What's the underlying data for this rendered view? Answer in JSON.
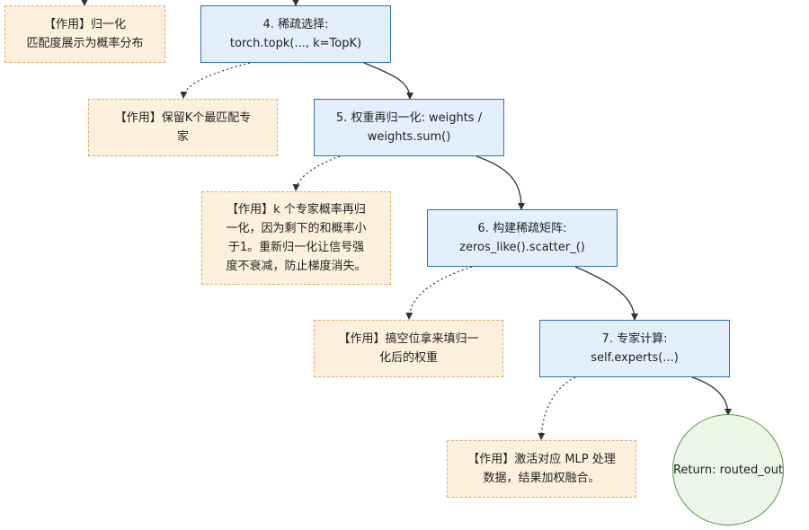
{
  "nodes": {
    "note_normalize": {
      "lines": [
        "【作用】归一化",
        "匹配度展示为概率分布"
      ]
    },
    "step4": {
      "lines": [
        "4. 稀疏选择:",
        "torch.topk(..., k=TopK)"
      ]
    },
    "note_topk": {
      "lines": [
        "【作用】保留K个最匹配专",
        "家"
      ]
    },
    "step5": {
      "lines": [
        "5. 权重再归一化: weights /",
        "weights.sum()"
      ]
    },
    "note_renorm": {
      "lines": [
        "【作用】k 个专家概率再归",
        "一化，因为剩下的和概率小",
        "于1。重新归一化让信号强",
        "度不衰减，防止梯度消失。"
      ]
    },
    "step6": {
      "lines": [
        "6. 构建稀疏矩阵:",
        "zeros_like().scatter_()"
      ]
    },
    "note_scatter": {
      "lines": [
        "【作用】搞空位拿来填归一",
        "化后的权重"
      ]
    },
    "step7": {
      "lines": [
        "7. 专家计算:",
        "self.experts(...)"
      ]
    },
    "note_experts": {
      "lines": [
        "【作用】激活对应 MLP 处理",
        "数据，结果加权融合。"
      ]
    },
    "return": {
      "lines": [
        "Return: routed_out"
      ]
    }
  },
  "colors": {
    "step_fill": "#e3f0fc",
    "step_border": "#2f6fb8",
    "note_fill": "#fdf1de",
    "note_border": "#e3a96a",
    "terminal_fill": "#eaf6e6",
    "terminal_border": "#5a9a4d",
    "edge": "#333333"
  }
}
